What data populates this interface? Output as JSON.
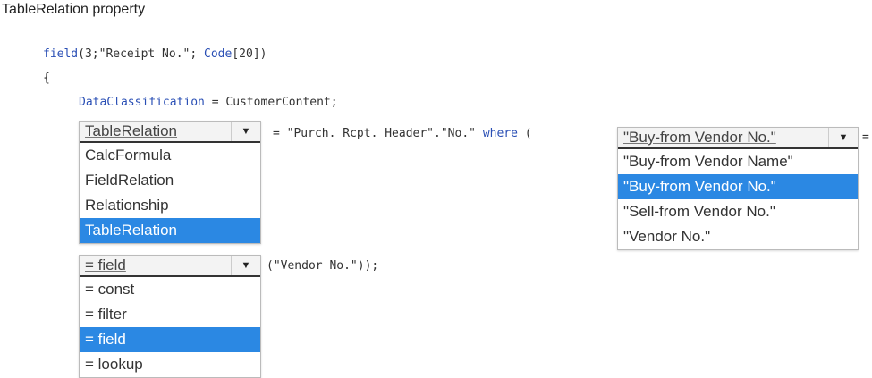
{
  "title": "TableRelation property",
  "code": {
    "line1_kw1": "field",
    "line1_rest": "(3;\"Receipt No.\"; ",
    "line1_kw2": "Code",
    "line1_end": "[20])",
    "brace": "{",
    "line3_kw": "DataClassification",
    "line3_rest": " = CustomerContent;",
    "line4_mid": "= \"Purch. Rcpt. Header\".\"No.\" ",
    "line4_kw": "where",
    "line4_end": " (",
    "line4_eq": "=",
    "line5_end": "(\"Vendor No.\"));"
  },
  "dropdown_property": {
    "selected": "TableRelation",
    "options": [
      "CalcFormula",
      "FieldRelation",
      "Relationship",
      "TableRelation"
    ],
    "selected_index": 3
  },
  "dropdown_field": {
    "selected": "\"Buy-from Vendor No.\"",
    "options": [
      "\"Buy-from Vendor Name\"",
      "\"Buy-from Vendor No.\"",
      "\"Sell-from Vendor No.\"",
      "\"Vendor No.\""
    ],
    "selected_index": 1
  },
  "dropdown_operator": {
    "selected": "= field",
    "options": [
      "= const",
      "= filter",
      "= field",
      "= lookup"
    ],
    "selected_index": 2
  },
  "colors": {
    "selection": "#2b88e3",
    "keyword": "#2a4fb5"
  }
}
